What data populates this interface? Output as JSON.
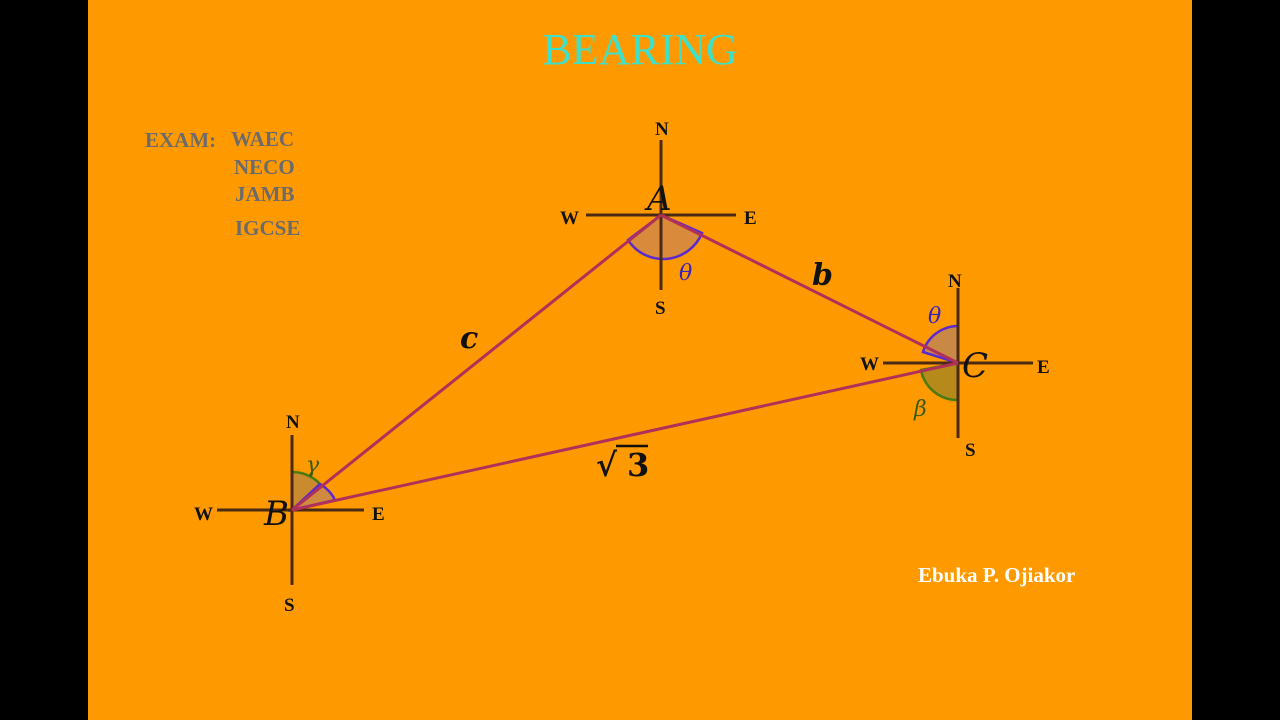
{
  "title": "BEARING",
  "exam": {
    "label": "EXAM:",
    "items": [
      "WAEC",
      "NECO",
      "JAMB",
      "IGCSE"
    ]
  },
  "author": "Ebuka P. Ojiakor",
  "points": {
    "a": "A",
    "b": "B",
    "c": "C"
  },
  "sides": {
    "c": "c",
    "b": "b",
    "bc": "3",
    "bc_radical": "√"
  },
  "angles": {
    "theta_a": "θ",
    "theta_c": "θ",
    "beta": "β",
    "gamma": "γ"
  },
  "compass": {
    "n": "N",
    "s": "S",
    "e": "E",
    "w": "W"
  },
  "colors": {
    "background": "#ff9900",
    "title": "#40e0c8",
    "triangle": "#b0305a",
    "compass": "#4a2a14",
    "arc_purple": "#5a2ad0",
    "arc_green": "#4a7a10"
  }
}
